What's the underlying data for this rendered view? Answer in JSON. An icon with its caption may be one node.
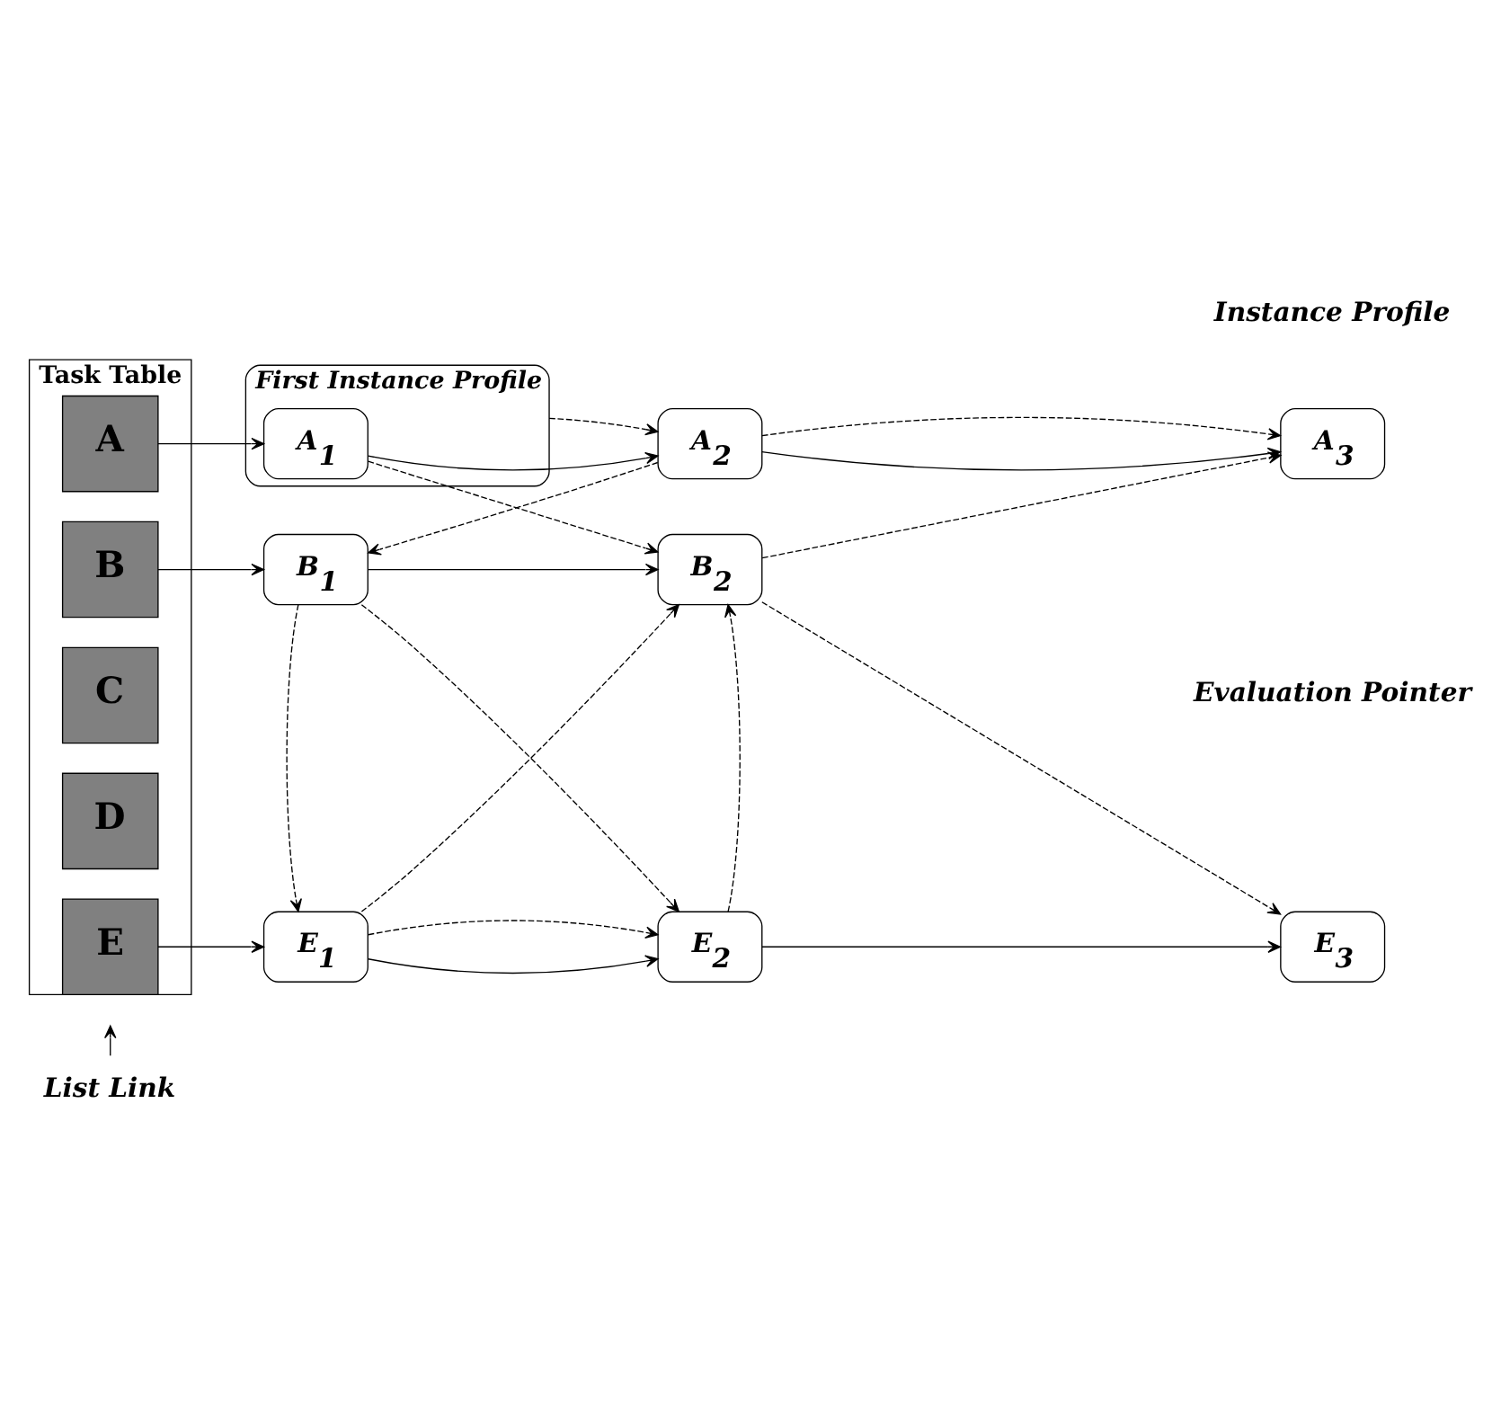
{
  "diagram": {
    "nodes": [
      {
        "text": [
          "Task Table"
        ]
      },
      {
        "text": [
          "A"
        ],
        "in": 0
      },
      {
        "text": [
          "B"
        ],
        "in": 0
      },
      {
        "text": [
          "C"
        ],
        "in": 0
      },
      {
        "text": [
          "D"
        ],
        "in": 0
      },
      {
        "text": [
          "E"
        ],
        "in": 0
      },
      {
        "text": [
          "First Instance Profile"
        ]
      },
      {
        "text": [
          "A$_{1}$"
        ],
        "in": 6
      },
      {
        "text": [
          "A$_{2}$"
        ]
      },
      {
        "text": [
          "A$_{3}$"
        ]
      },
      {
        "text": [
          "B$_{1}$"
        ]
      },
      {
        "text": [
          "B$_{2}$"
        ]
      },
      {
        "text": [
          "E$_{1}$"
        ]
      },
      {
        "text": [
          "E$_{2}$"
        ]
      },
      {
        "text": [
          "E$_{3}$"
        ]
      },
      {
        "text": [
          "List Link"
        ]
      }
    ],
    "edges": [
      {
        "from": 1,
        "to": 7,
        "arrow": "to"
      },
      {
        "from": 7,
        "to": 8,
        "arrow": "to"
      },
      {
        "from": 8,
        "to": 9,
        "arrow": "to"
      },
      {
        "from": 6,
        "to": 8,
        "arrow": "to",
        "style": "dashed"
      },
      {
        "from": 8,
        "to": 9,
        "arrow": "to",
        "style": "dashed"
      },
      {
        "from": 7,
        "to": 11,
        "arrow": "to",
        "style": "dashed"
      },
      {
        "from": 8,
        "to": 10,
        "arrow": "to",
        "style": "dashed"
      },
      {
        "from": 11,
        "to": 9,
        "arrow": "to",
        "style": "dashed"
      },
      {
        "from": 2,
        "to": 10,
        "arrow": "to"
      },
      {
        "from": 10,
        "to": 11,
        "arrow": "to"
      },
      {
        "from": 10,
        "to": 12,
        "arrow": "to",
        "style": "dashed"
      },
      {
        "from": 10,
        "to": 13,
        "arrow": "to",
        "style": "dashed"
      },
      {
        "from": 12,
        "to": 11,
        "arrow": "to",
        "style": "dashed"
      },
      {
        "from": 13,
        "to": 11,
        "arrow": "to",
        "style": "dashed"
      },
      {
        "from": 11,
        "to": 14,
        "arrow": "to",
        "style": "dashed"
      },
      {
        "from": 5,
        "to": 12,
        "arrow": "to"
      },
      {
        "from": 12,
        "to": 13,
        "arrow": "to"
      },
      {
        "from": 12,
        "to": 13,
        "arrow": "to",
        "style": "dashed"
      },
      {
        "from": 13,
        "to": 14,
        "arrow": "to"
      },
      {
        "from": 15,
        "to": null,
        "arrow": "to"
      }
    ],
    "labels": [
      "Instance Profile",
      "Evaluation Pointer"
    ]
  }
}
